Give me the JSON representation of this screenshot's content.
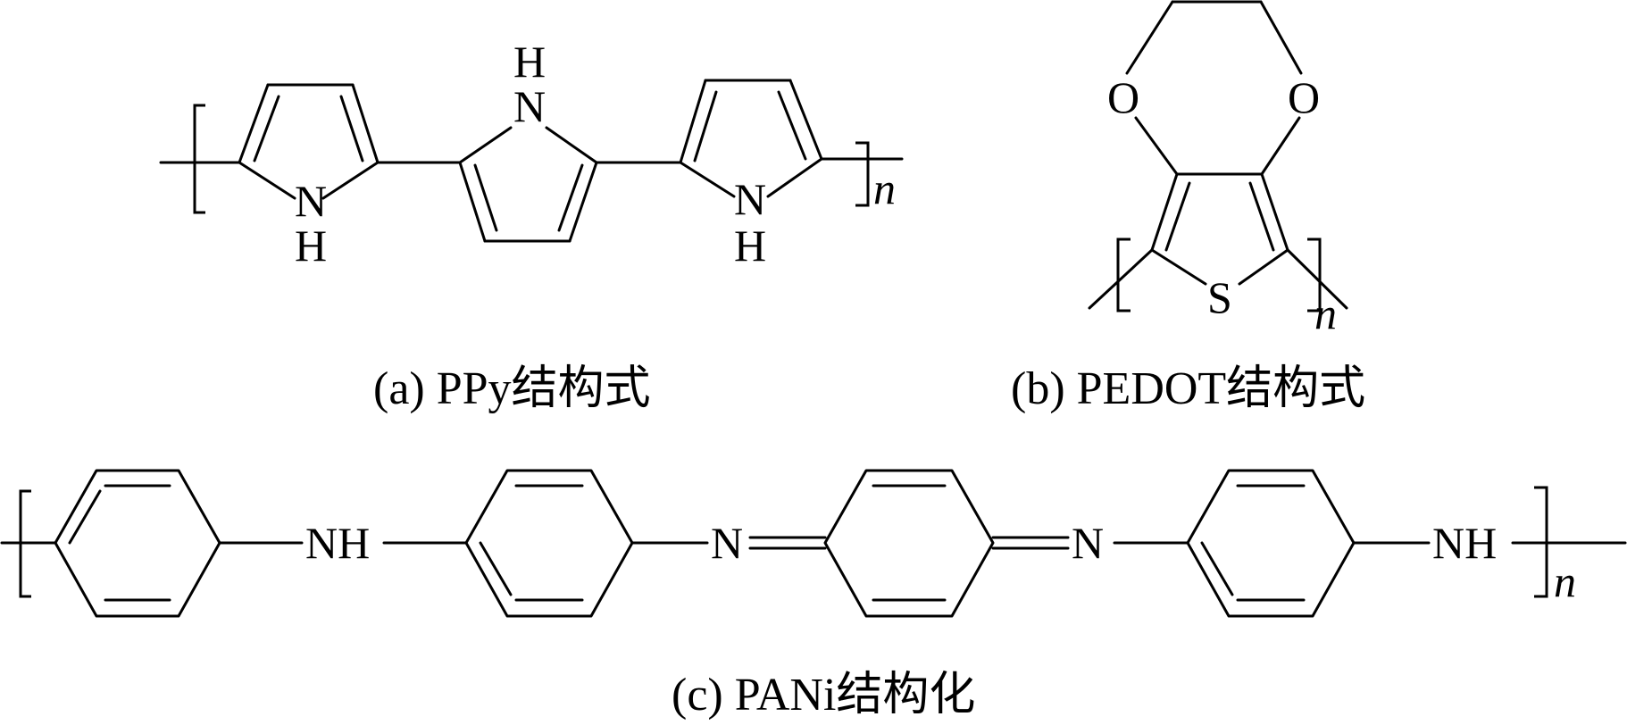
{
  "figure": {
    "ppy": {
      "caption": "(a) PPy结构式",
      "atoms": {
        "n1": "N",
        "h1": "H",
        "n2": "H",
        "h2": "N",
        "n3": "N",
        "h3": "H"
      },
      "repeat": "n"
    },
    "pedot": {
      "caption": "(b) PEDOT结构式",
      "atoms": {
        "o1": "O",
        "o2": "O",
        "s": "S"
      },
      "repeat": "n"
    },
    "pani": {
      "caption": "(c) PANi结构化",
      "atoms": {
        "nh1": "NH",
        "n1": "N",
        "n2": "N",
        "nh2": "NH"
      },
      "repeat": "n"
    }
  }
}
